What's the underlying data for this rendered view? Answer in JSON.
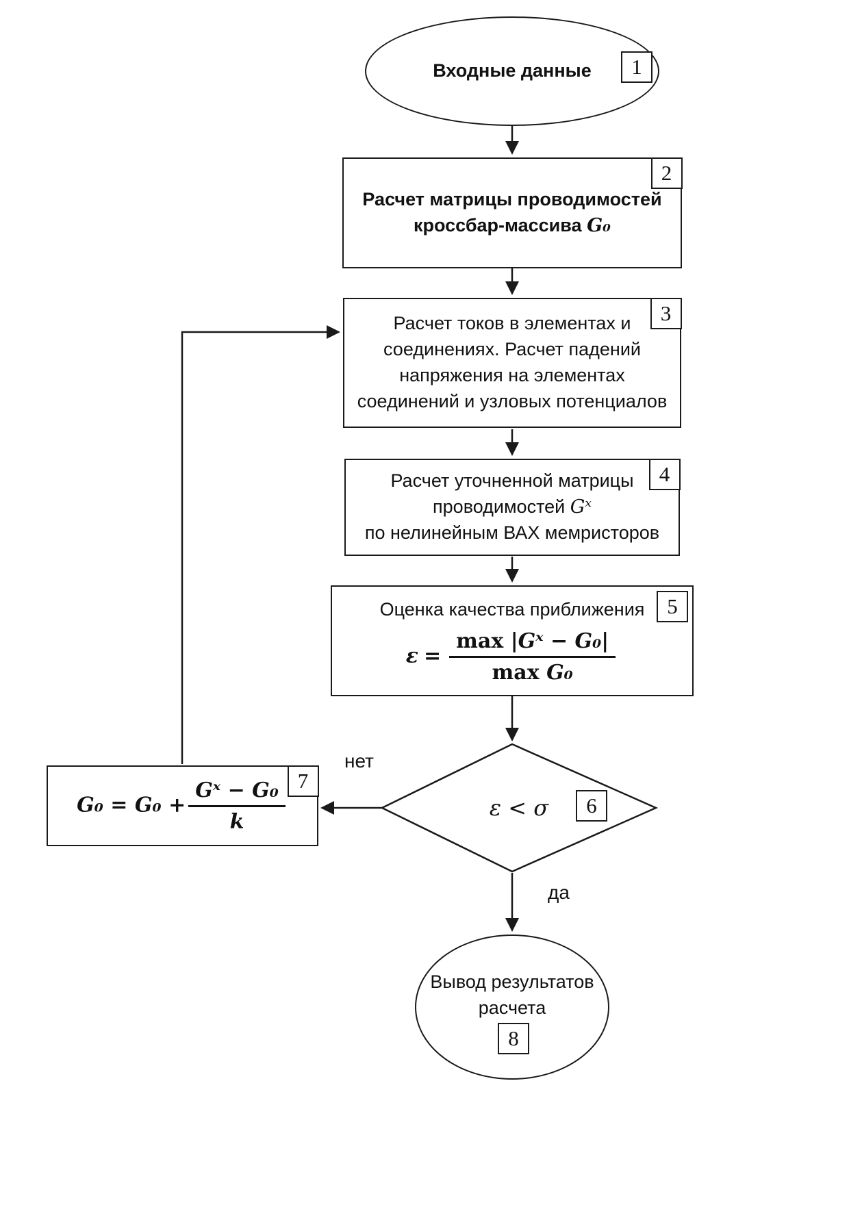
{
  "colors": {
    "background": "#ffffff",
    "stroke": "#1a1a1a",
    "text": "#111111"
  },
  "edges": {
    "no_label": "нет",
    "yes_label": "да"
  },
  "nodes": {
    "n1": {
      "badge": "1",
      "text": "Входные данные"
    },
    "n2": {
      "badge": "2",
      "line1": "Расчет матрицы проводимостей",
      "line2_text": "кроссбар-массива",
      "line2_math": "G₀"
    },
    "n3": {
      "badge": "3",
      "text": "Расчет токов в элементах и соединениях. Расчет падений напряжения на элементах соединений и узловых потенциалов"
    },
    "n4": {
      "badge": "4",
      "line1": "Расчет уточненной матрицы",
      "line2_text": "проводимостей",
      "line2_math": "Gˣ",
      "line3": "по нелинейным ВАХ мемристоров"
    },
    "n5": {
      "badge": "5",
      "title": "Оценка качества приближения",
      "lhs": "ε",
      "eq": "=",
      "num_op": "max",
      "num_expr": "|Gˣ − G₀|",
      "den_op": "max",
      "den_expr": "G₀"
    },
    "n6": {
      "badge": "6",
      "condition": "ε < σ"
    },
    "n7": {
      "badge": "7",
      "prefix": "G₀ = G₀ +",
      "num": "Gˣ − G₀",
      "den": "k"
    },
    "n8": {
      "badge": "8",
      "text": "Вывод результатов расчета"
    }
  }
}
